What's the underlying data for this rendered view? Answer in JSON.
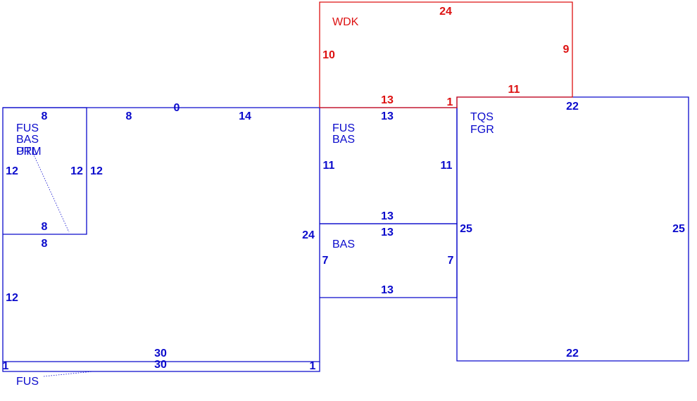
{
  "colors": {
    "structure": "#0a0acc",
    "deck": "#dd1111",
    "background": "#ffffff"
  },
  "areas": [
    {
      "id": "main-fus-area",
      "codes": [
        "FUS",
        "BAS"
      ]
    },
    {
      "id": "small-utility-area",
      "codes": [
        "FUS",
        "BAS",
        "UTL",
        "PRM"
      ]
    },
    {
      "id": "middle-fus-area",
      "codes": [
        "FUS",
        "BAS"
      ]
    },
    {
      "id": "middle-bas-area",
      "codes": [
        "BAS"
      ]
    },
    {
      "id": "garage-area",
      "codes": [
        "TQS",
        "FGR"
      ]
    },
    {
      "id": "deck-area",
      "codes": [
        "WDK"
      ]
    },
    {
      "id": "bottom-strip-area",
      "codes": [
        "FUS"
      ]
    }
  ],
  "labels": {
    "small_area": {
      "fus": "FUS",
      "bas": "BAS",
      "overlap_a": "UTL",
      "overlap_b": "PRM",
      "top": "8",
      "left": "12",
      "right_inside": "12",
      "right_outside": "12",
      "bottom_inside": "8",
      "bottom_outside": "8"
    },
    "main_area": {
      "top_left": "8",
      "top_zero": "0",
      "top_right": "14",
      "right": "24",
      "left_lower": "12",
      "bottom": "30"
    },
    "middle_fus": {
      "fus": "FUS",
      "bas": "BAS",
      "top": "13",
      "left": "11",
      "right": "11",
      "bottom": "13"
    },
    "middle_bas": {
      "bas": "BAS",
      "top": "13",
      "left": "7",
      "right": "7",
      "bottom": "13"
    },
    "garage": {
      "tqs": "TQS",
      "fgr": "FGR",
      "top": "22",
      "left": "25",
      "right": "25",
      "bottom": "22"
    },
    "deck": {
      "wdk": "WDK",
      "top": "24",
      "left": "10",
      "right": "9",
      "bottom_left": "13",
      "bottom_right": "11",
      "jog": "1"
    },
    "strip": {
      "fus": "FUS",
      "top": "30",
      "left": "1",
      "right": "1"
    }
  }
}
